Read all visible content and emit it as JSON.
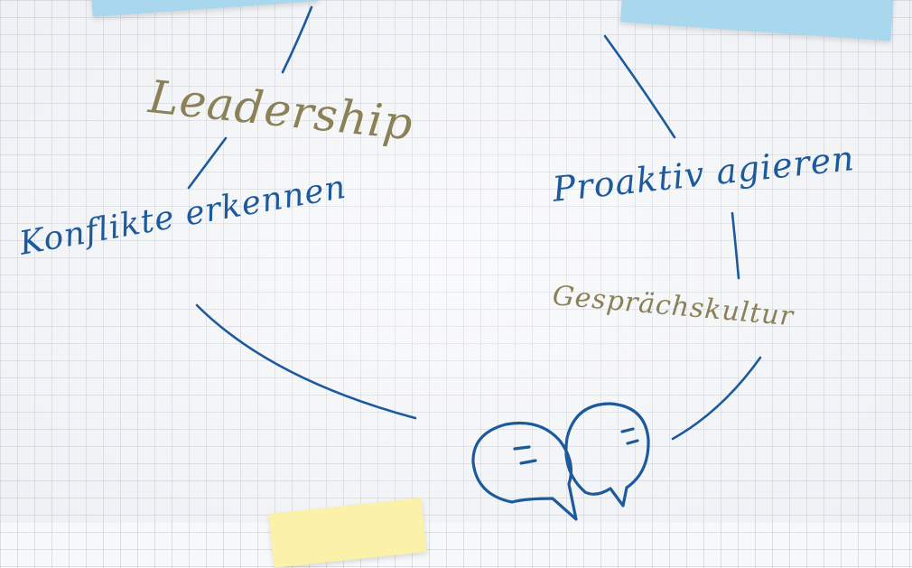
{
  "labels": {
    "leadership": "Leadership",
    "konflikte": "Konflikte erkennen",
    "proaktiv": "Proaktiv agieren",
    "gespraech": "Gesprächskultur"
  },
  "colors": {
    "ink_blue": "#1d5a9c",
    "ink_olive": "#8a8156",
    "sticky_blue": "#a9d8ee",
    "sticky_yellow": "#fbf1a9"
  },
  "icons": {
    "center": "speech-bubbles-icon"
  }
}
